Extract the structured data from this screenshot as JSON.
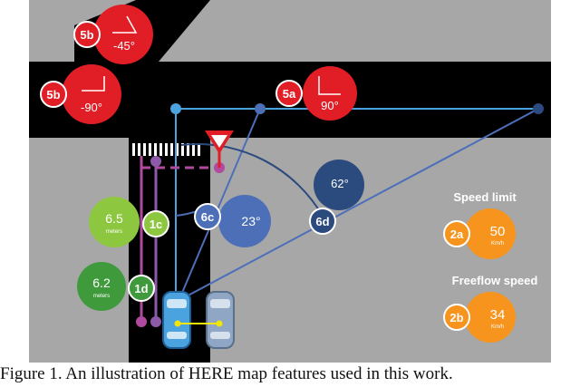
{
  "features": {
    "f5b_top": {
      "id": "5b",
      "value": "-45°"
    },
    "f5b_left": {
      "id": "5b",
      "value": "-90°"
    },
    "f5a": {
      "id": "5a",
      "value": "90°"
    },
    "f6c": {
      "id": "6c",
      "value": "23°"
    },
    "f6d": {
      "id": "6d",
      "value": "62°"
    },
    "f1c": {
      "id": "1c",
      "value": "6.5",
      "unit": "meters"
    },
    "f1d": {
      "id": "1d",
      "value": "6.2",
      "unit": "meters"
    },
    "speed_limit": {
      "title": "Speed limit",
      "id": "2a",
      "value": "50",
      "unit": "Km/h"
    },
    "freeflow_speed": {
      "title": "Freeflow speed",
      "id": "2b",
      "value": "34",
      "unit": "Km/h"
    }
  },
  "caption": "Figure 1. An illustration of HERE map features used in this work.",
  "colors": {
    "background": "#a7a7a7",
    "road": "#000000",
    "red": "#e11d25",
    "light_blue": "#4aa3df",
    "mid_blue": "#4d6fb8",
    "dark_blue": "#2b4a7e",
    "green": "#8dc63f",
    "dark_green": "#3f9a3c",
    "purple": "#8c5aa8",
    "magenta": "#b04a9e",
    "orange": "#f7941d",
    "yellow": "#f2e600"
  }
}
